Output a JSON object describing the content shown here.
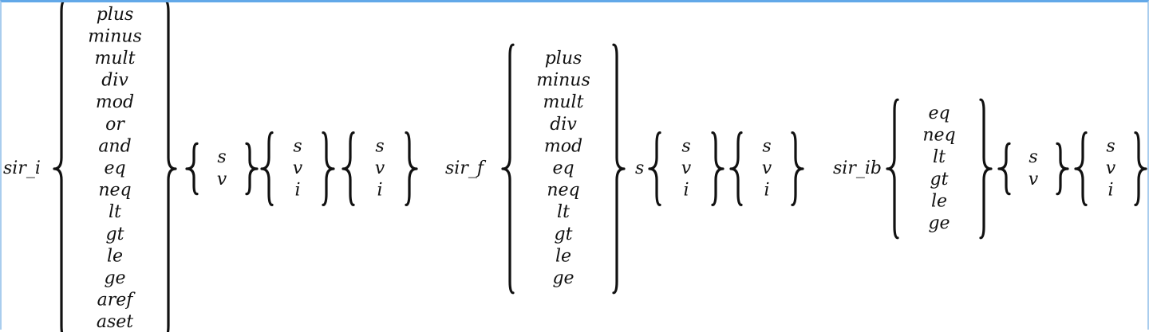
{
  "blocks": [
    {
      "name": "sir_i",
      "label": "sir_i",
      "op_group": {
        "items": [
          "plus",
          "minus",
          "mult",
          "div",
          "mod",
          "or",
          "and",
          "eq",
          "neq",
          "lt",
          "gt",
          "le",
          "ge",
          "aref",
          "aset"
        ]
      },
      "suffix": "",
      "operand_groups": [
        {
          "items": [
            "s",
            "v"
          ]
        },
        {
          "items": [
            "s",
            "v",
            "i"
          ]
        },
        {
          "items": [
            "s",
            "v",
            "i"
          ]
        }
      ]
    },
    {
      "name": "sir_f",
      "label": "sir_f",
      "op_group": {
        "items": [
          "plus",
          "minus",
          "mult",
          "div",
          "mod",
          "eq",
          "neq",
          "lt",
          "gt",
          "le",
          "ge"
        ]
      },
      "suffix": "s",
      "operand_groups": [
        {
          "items": [
            "s",
            "v",
            "i"
          ]
        },
        {
          "items": [
            "s",
            "v",
            "i"
          ]
        }
      ]
    },
    {
      "name": "sir_ib",
      "label": "sir_ib",
      "op_group": {
        "items": [
          "eq",
          "neq",
          "lt",
          "gt",
          "le",
          "ge"
        ]
      },
      "suffix": "",
      "operand_groups": [
        {
          "items": [
            "s",
            "v"
          ]
        },
        {
          "items": [
            "s",
            "v",
            "i"
          ]
        }
      ]
    }
  ]
}
